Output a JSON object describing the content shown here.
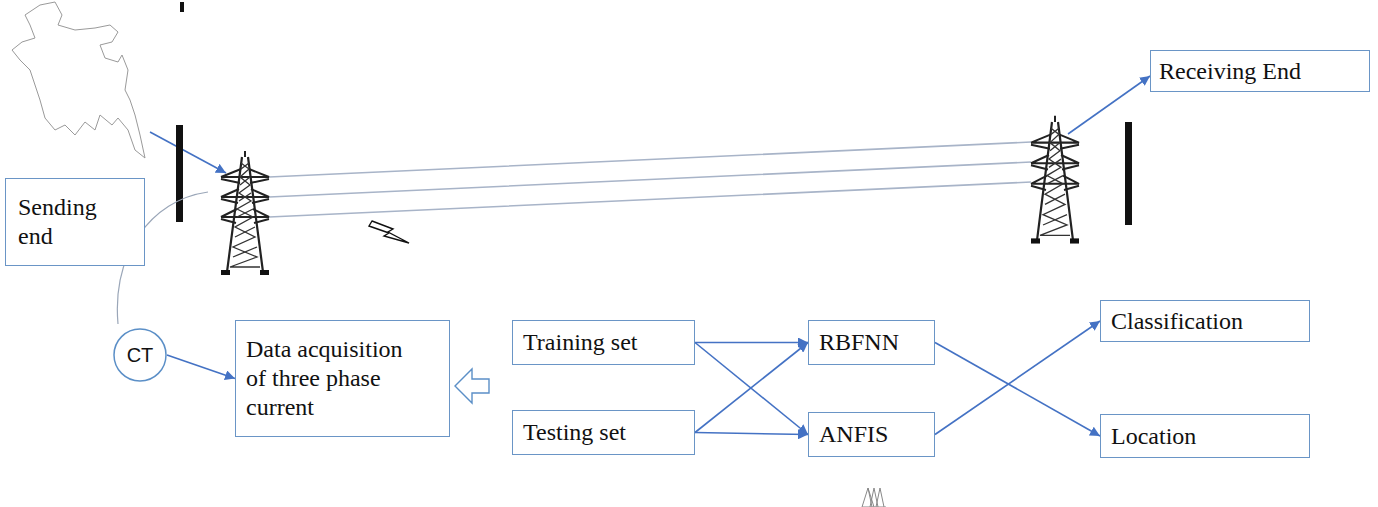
{
  "diagram": {
    "nodes": [
      {
        "text": [
          "Sending end"
        ]
      },
      {
        "text": [
          "Receiving End"
        ]
      },
      {
        "text": [
          "CT"
        ]
      },
      {
        "text": [
          "Data acquisition of three phase current"
        ]
      },
      {
        "text": [
          "Training set"
        ]
      },
      {
        "text": [
          "Testing set"
        ]
      },
      {
        "text": [
          "RBFNN"
        ]
      },
      {
        "text": [
          "ANFIS"
        ]
      },
      {
        "text": [
          "Classification"
        ]
      },
      {
        "text": [
          "Location"
        ]
      }
    ],
    "edges": [
      {
        "from": 2,
        "to": 3,
        "arrow": "to"
      },
      {
        "from": 4,
        "to": 6,
        "arrow": "to"
      },
      {
        "from": 4,
        "to": 7,
        "arrow": "to"
      },
      {
        "from": 5,
        "to": 6,
        "arrow": "to"
      },
      {
        "from": 5,
        "to": 7,
        "arrow": "to"
      },
      {
        "from": 6,
        "to": 9,
        "arrow": "to"
      },
      {
        "from": 7,
        "to": 8,
        "arrow": "to"
      }
    ]
  }
}
